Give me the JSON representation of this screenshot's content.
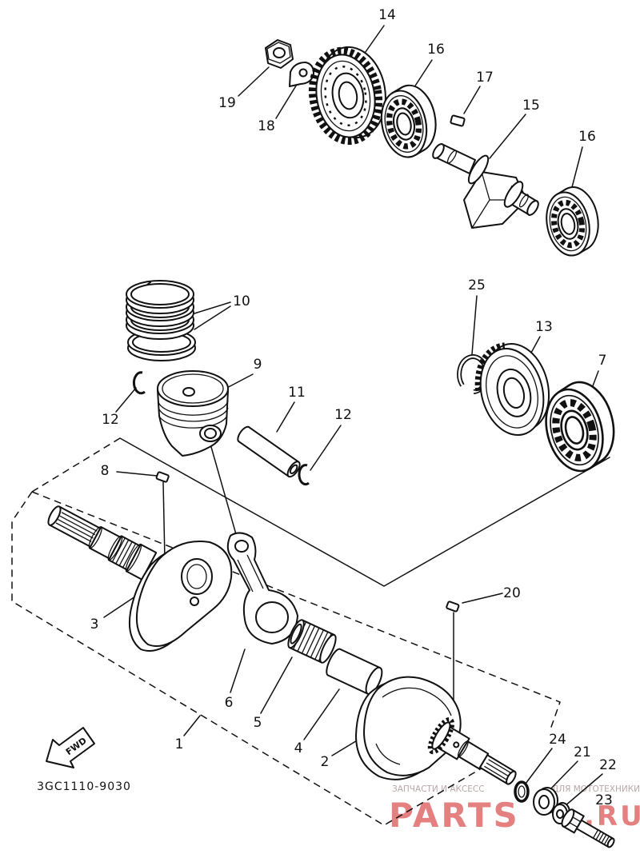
{
  "diagram": {
    "code": "3GC1110-9030",
    "fwd_label": "FWD"
  },
  "callouts": [
    {
      "number": "14"
    },
    {
      "number": "16"
    },
    {
      "number": "19"
    },
    {
      "number": "18"
    },
    {
      "number": "17"
    },
    {
      "number": "15"
    },
    {
      "number": "16"
    },
    {
      "number": "10"
    },
    {
      "number": "25"
    },
    {
      "number": "13"
    },
    {
      "number": "7"
    },
    {
      "number": "9"
    },
    {
      "number": "11"
    },
    {
      "number": "12"
    },
    {
      "number": "12"
    },
    {
      "number": "8"
    },
    {
      "number": "20"
    },
    {
      "number": "3"
    },
    {
      "number": "6"
    },
    {
      "number": "5"
    },
    {
      "number": "4"
    },
    {
      "number": "2"
    },
    {
      "number": "1"
    },
    {
      "number": "24"
    },
    {
      "number": "21"
    },
    {
      "number": "22"
    },
    {
      "number": "23"
    }
  ],
  "watermark": {
    "small": [
      "ЗАПЧАСТИ И АКСЕСС",
      "ДЛЯ МОТОТЕХНИКИ"
    ],
    "large": [
      "PARTS",
      ".RU"
    ]
  },
  "colors": {
    "line": "#111111",
    "background": "#ffffff",
    "watermark_text": "#b9a6a6",
    "watermark_logo": "#e06b6b"
  }
}
